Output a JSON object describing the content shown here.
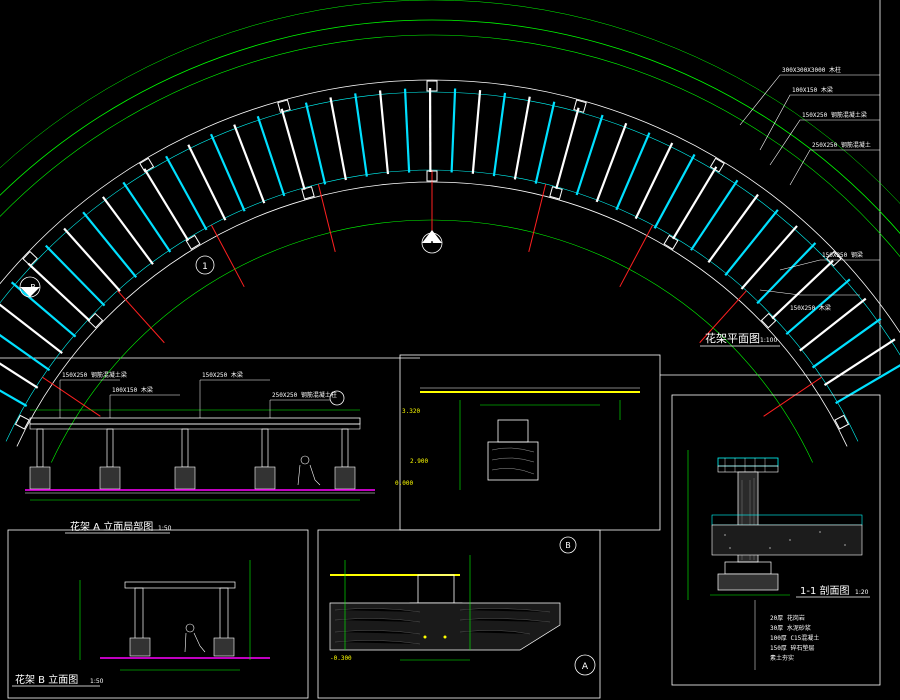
{
  "titles": {
    "plan": "花架平面图",
    "plan_scale": "1:100",
    "elev_a": "花架 A 立面局部图",
    "elev_a_scale": "1:50",
    "elev_b": "花架 B 立面图",
    "elev_b_scale": "1:50",
    "section": "1-1 剖面图",
    "section_scale": "1:20"
  },
  "markers": {
    "plan_center": "A",
    "plan_left": "B",
    "plan_cut": "1",
    "detail_a_bottom": "A",
    "detail_b": "B"
  },
  "plan_callouts": [
    "300X300X3000 木柱",
    "100X150 木梁",
    "150X250 钢筋混凝土梁",
    "250X250 钢筋混凝土",
    "150X250 钢梁",
    "150X250 木梁"
  ],
  "elev_callouts": [
    "150X250 钢筋混凝土梁",
    "100X150 木梁",
    "150X250 木梁",
    "250X250 钢筋混凝土柱"
  ],
  "section_notes": [
    "20厚 花岗岩",
    "30厚 水泥砂浆",
    "100厚 C15混凝土",
    "150厚 碎石垫层",
    "素土夯实"
  ],
  "levels": [
    "3.320",
    "2.900",
    "0.000",
    "-0.300"
  ]
}
